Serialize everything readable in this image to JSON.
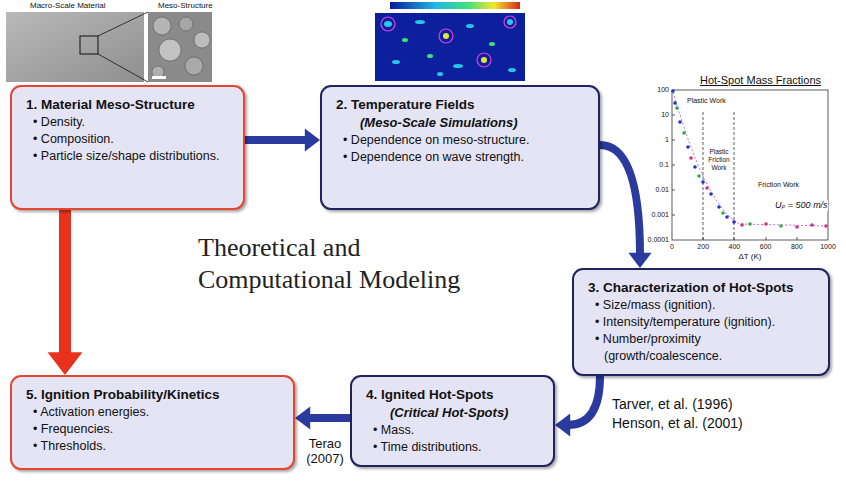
{
  "diagram": {
    "title": "Theoretical and Computational Modeling",
    "nodes": [
      {
        "text": [
          "1. Material Meso-Structure",
          "• Density.",
          "• Composition.",
          "• Particle size/shape distributions."
        ]
      },
      {
        "text": [
          "2. Temperature Fields",
          "(Meso-Scale Simulations)",
          "• Dependence on meso-structure.",
          "• Dependence on wave strength."
        ]
      },
      {
        "text": [
          "3. Characterization of Hot-Spots",
          "• Size/mass (ignition).",
          "• Intensity/temperature (ignition).",
          "• Number/proximity (growth/coalescence."
        ]
      },
      {
        "text": [
          "4. Ignited Hot-Spots",
          "(Critical Hot-Spots)",
          "• Mass.",
          "• Time distributions."
        ]
      },
      {
        "text": [
          "5. Ignition Probability/Kinetics",
          "• Activation energies.",
          "• Frequencies.",
          "• Thresholds."
        ]
      }
    ],
    "edges": [
      {
        "from": 0,
        "to": 1,
        "arrow": "to"
      },
      {
        "from": 1,
        "to": 2,
        "arrow": "to"
      },
      {
        "from": 2,
        "to": 3,
        "arrow": "to"
      },
      {
        "from": 3,
        "to": 4,
        "arrow": "to"
      },
      {
        "from": 0,
        "to": 4,
        "arrow": "to"
      }
    ],
    "labels": [
      "Macro-Scale Material",
      "Meso-Structure",
      "Hot-Spot Mass Fractions",
      "100",
      "10",
      "1",
      "0.1",
      "0.01",
      "0.001",
      "0.0001",
      "0",
      "200",
      "400",
      "600",
      "800",
      "1000",
      "ΔT (K)",
      "Plastic Work",
      "Plastic Friction Work",
      "Friction Work",
      "Uₚ = 500 m/s",
      "Tarver, et al. (1996)",
      "Henson, et al. (2001)",
      "Terao (2007)"
    ]
  }
}
